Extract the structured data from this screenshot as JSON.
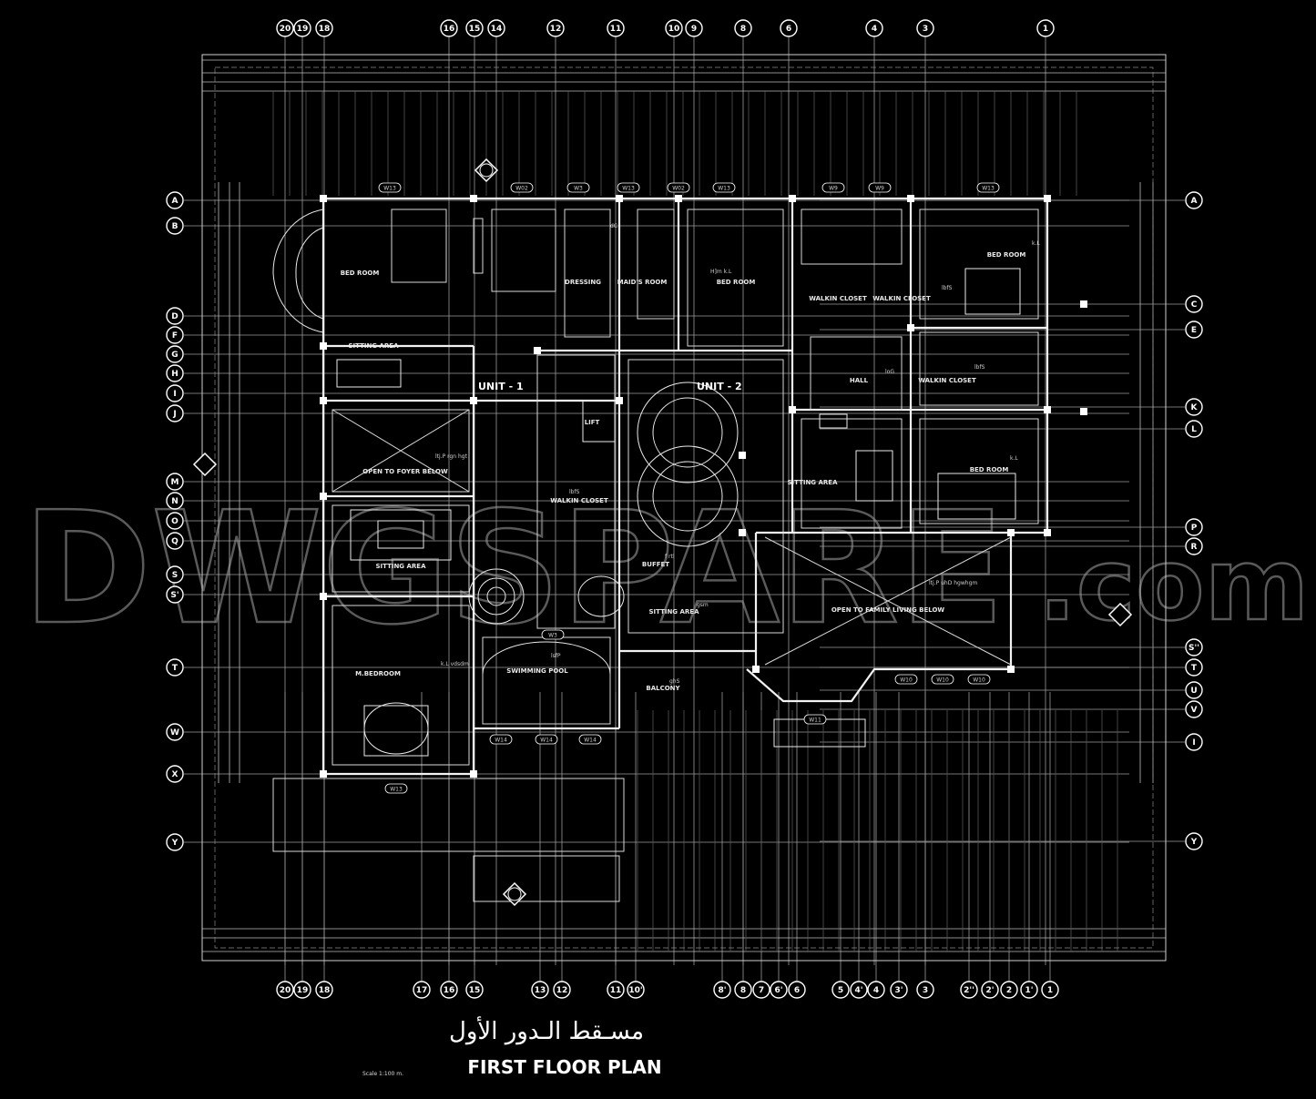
{
  "watermark": {
    "main": "DWGSPARE",
    "suffix": ".com"
  },
  "title": {
    "arabic": "مسـقط الـدور الأول",
    "english": "FIRST FLOOR PLAN",
    "scale": "Scale    1:100 m."
  },
  "units": [
    "UNIT - 1",
    "UNIT - 2"
  ],
  "grid_top": [
    "20",
    "19",
    "18",
    "16",
    "15",
    "14",
    "12",
    "11",
    "10",
    "9",
    "8",
    "6",
    "4",
    "3",
    "1"
  ],
  "grid_bottom": [
    "20",
    "19",
    "18",
    "17",
    "16",
    "15",
    "13",
    "12",
    "11",
    "10'",
    "8'",
    "8",
    "7",
    "6'",
    "6",
    "5",
    "4'",
    "4",
    "3'",
    "3",
    "2''",
    "2'",
    "2",
    "1'",
    "1"
  ],
  "grid_left": [
    "A",
    "B",
    "D",
    "F",
    "G",
    "H",
    "I",
    "J",
    "M",
    "N",
    "O",
    "Q",
    "S",
    "S'",
    "T",
    "W",
    "X",
    "Y"
  ],
  "grid_right": [
    "A",
    "C",
    "E",
    "K",
    "L",
    "P",
    "R",
    "S''",
    "T",
    "U",
    "V",
    "I",
    "Y"
  ],
  "rooms": [
    {
      "label": "BED ROOM"
    },
    {
      "label": "SITTING AREA"
    },
    {
      "label": "OPEN TO FOYER BELOW"
    },
    {
      "label": "SITTING AREA"
    },
    {
      "label": "M.BEDROOM"
    },
    {
      "label": "DRESSING"
    },
    {
      "label": "MAID'S ROOM"
    },
    {
      "label": "BED ROOM"
    },
    {
      "label": "LIFT"
    },
    {
      "label": "WALKIN CLOSET"
    },
    {
      "label": "BUFFET"
    },
    {
      "label": "SITTING AREA"
    },
    {
      "label": "SWIMMING POOL"
    },
    {
      "label": "BALCONY"
    },
    {
      "label": "WALKIN CLOSET"
    },
    {
      "label": "WALKIN CLOSET"
    },
    {
      "label": "HALL"
    },
    {
      "label": "WALKIN CLOSET"
    },
    {
      "label": "BED ROOM"
    },
    {
      "label": "SITTING AREA"
    },
    {
      "label": "BED ROOM"
    },
    {
      "label": "OPEN TO FAMILY LIVING BELOW"
    }
  ],
  "annotations": [
    {
      "text": "k.L"
    },
    {
      "text": "lbfS"
    },
    {
      "text": "lbfS"
    },
    {
      "text": "ltj.P   uhD   hgwhgm"
    },
    {
      "text": "ltj.P  rgn  hgt"
    },
    {
      "text": "k.L  vdsdm"
    },
    {
      "text": "lsfP"
    },
    {
      "text": "ghS"
    },
    {
      "text": "gsm"
    },
    {
      "text": "f  rtl"
    },
    {
      "text": "lbfS"
    },
    {
      "text": "k.L"
    },
    {
      "text": "H]m   k.L"
    },
    {
      "text": "dC"
    },
    {
      "text": "loG"
    }
  ],
  "window_tags": [
    "W13",
    "W02",
    "W3",
    "W13",
    "W02",
    "W13",
    "W9",
    "W9",
    "W13",
    "W10",
    "W10",
    "W10",
    "W11",
    "W13",
    "W14",
    "W14",
    "W14",
    "W3"
  ]
}
